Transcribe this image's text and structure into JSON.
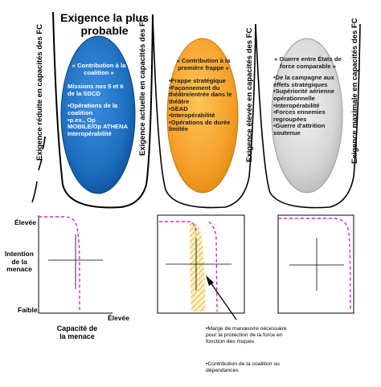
{
  "title": "Exigence la plus probable",
  "columns": [
    {
      "vertical_label": "Exigence réduite en capacités des FC",
      "heading": "« Contribution à la coalition »",
      "items": [
        "Missions nos 5 et 6 de la SDCD",
        "•Opérations de la coalition",
        "•p.ex., Op MOBILE/Op ATHENA Interopérabilité"
      ]
    },
    {
      "vertical_label": "Exigence actuelle en capacités des FC",
      "heading": "« Contribution à la première frappe »",
      "items": [
        "•Frappe stratégique",
        "•Façonnement du théâtre/entrée dans le théâtre",
        "•SEAD",
        "•Interopérabilité",
        "•Opérations de durée limitée"
      ]
    },
    {
      "vertical_label": "Exigence élevée en capacités des FC",
      "heading": "« Guerre entre États de force comparable »",
      "items": [
        "•De la campagne aux effets stratégiques",
        "•Supériorité aérienne opérationnelle",
        "•Interopérabilité",
        "•Forces ennemies regroupées",
        "•Guerre d'attrition soutenue"
      ]
    },
    {
      "vertical_label": "Exigence maximale en capacités des FC",
      "heading": "",
      "items": []
    }
  ],
  "y_axis": {
    "label": "Intention de la menace",
    "high": "Élevée",
    "low": "Faible"
  },
  "x_axis": {
    "label": "Capacité de la menace",
    "high": "Élevée"
  },
  "notes": [
    "Marge de manœuvre nécessaire pour la protection de la force en fonction des risques",
    "Contribution de la coalition ou dépendances"
  ],
  "colors": {
    "blue": "#1e6fc0",
    "orange": "#f5a02a",
    "grey": "#d6d6d6",
    "curve": "#e020c0",
    "hatch": "#c8a020"
  }
}
